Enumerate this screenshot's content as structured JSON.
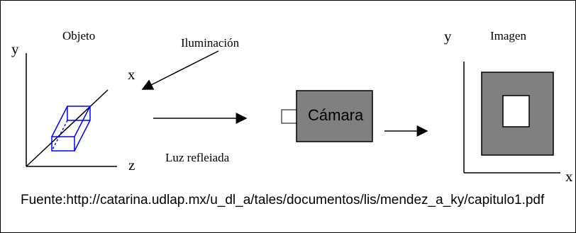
{
  "labels": {
    "objeto": "Objeto",
    "iluminacion": "Iluminación",
    "luz_reflejada": "Luz refleiada",
    "camara": "Cámara",
    "imagen": "Imagen",
    "axis_y_left": "y",
    "axis_x_left": "x",
    "axis_z_left": "z",
    "axis_y_right": "y",
    "axis_x_right": "x"
  },
  "source_text": "Fuente:http://catarina.udlap.mx/u_dl_a/tales/documentos/lis/mendez_a_ky/capitulo1.pdf",
  "colors": {
    "box_outline": "#0000ff",
    "camera_fill": "#808080",
    "image_fill": "#808080",
    "line": "#000000"
  }
}
